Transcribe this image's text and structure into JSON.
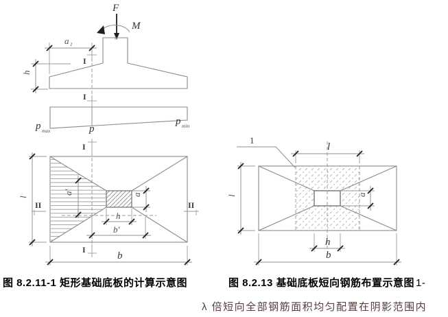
{
  "figure_left": {
    "caption": "图 8.2.11-1 矩形基础底板的计算示意图",
    "labels": {
      "force": "F",
      "moment": "M",
      "a1_base": "a",
      "a1_sub": "1",
      "h_footing": "h",
      "section_i": "I",
      "section_ii": "II",
      "p_base": "p",
      "p_max_sub": "max",
      "p_min_sub": "min",
      "l": "l",
      "a_prime": "a′",
      "a": "a",
      "h_col": "h",
      "b_prime": "b′",
      "b": "b"
    }
  },
  "figure_right": {
    "caption": "图 8.2.13 基础底板短向钢筋布置示意图",
    "legend_ref": "1-",
    "labels": {
      "callout": "1",
      "l_band": "l",
      "l_side": "l",
      "a": "a",
      "h": "h",
      "b": "b"
    }
  },
  "footnote": "λ 倍短向全部钢筋面积均匀配置在阴影范围内",
  "colors": {
    "line": "#8f8f8f",
    "tick": "#1f1f1f",
    "footnote_text": "#553d3d",
    "caption_text": "#000000"
  }
}
